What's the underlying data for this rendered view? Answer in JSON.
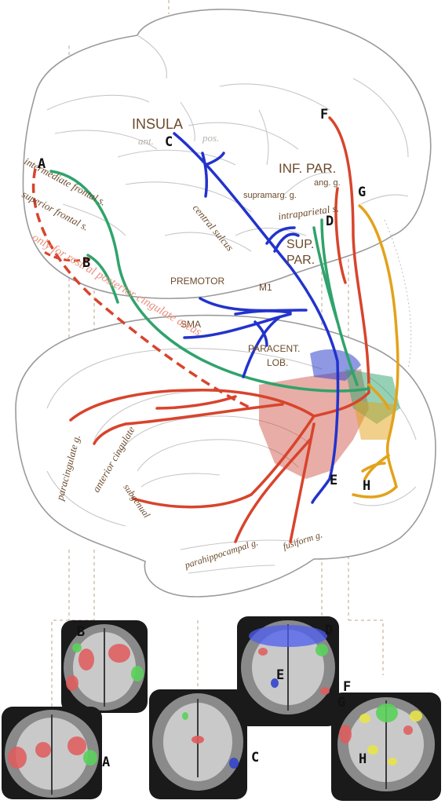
{
  "labels": {
    "insula": "INSULA",
    "ant": "ant.",
    "pos": "pos.",
    "inf_par": "INF. PAR.",
    "ang_g": "ang. g.",
    "supramarg_g": "supramarg. g.",
    "intraparietal_s": "intraparietal s.",
    "central_sulcus": "central sulcus",
    "sup_par_1": "SUP.",
    "sup_par_2": "PAR.",
    "premotor": "PREMOTOR",
    "m1": "M1",
    "sma": "SMA",
    "paracent_1": "PARACENT.",
    "paracent_2": "LOB.",
    "intermediate_frontal": "intermediate frontal s.",
    "superior_frontal": "superior frontal s.",
    "rostral_note": "only for rostral posterior cingulate areas",
    "paracingulate": "paracingulate g.",
    "anterior_cingulate": "anterior cingulate",
    "subgenual": "subgenual",
    "parahippocampal": "parahippocampal g.",
    "fusiform": "fusiform g."
  },
  "letters": {
    "A": "A",
    "B": "B",
    "C": "C",
    "D": "D",
    "E": "E",
    "F": "F",
    "G": "G",
    "H": "H"
  },
  "colors": {
    "A": "#2fa36b",
    "B": "#d8442c",
    "C": "#2233cc",
    "D": "#2fa36b",
    "E": "#2233cc",
    "F": "#d8442c",
    "G": "#e3a21a",
    "H": "#e3a21a",
    "label_brown": "#6b4a2b",
    "brain_outline": "#9a9a9a"
  }
}
